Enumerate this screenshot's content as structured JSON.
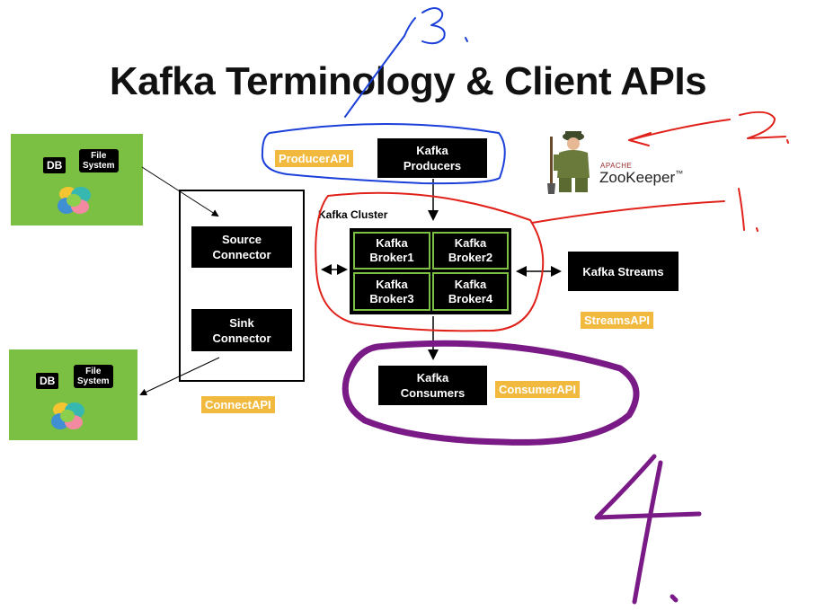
{
  "title": "Kafka Terminology & Client APIs",
  "source_db": {
    "db_label": "DB",
    "fs_label_line1": "File",
    "fs_label_line2": "System"
  },
  "sink_db": {
    "db_label": "DB",
    "fs_label_line1": "File",
    "fs_label_line2": "System"
  },
  "connector": {
    "source_line1": "Source",
    "source_line2": "Connector",
    "sink_line1": "Sink",
    "sink_line2": "Connector",
    "api_label": "ConnectAPI"
  },
  "producers": {
    "line1": "Kafka",
    "line2": "Producers",
    "api_label": "ProducerAPI"
  },
  "cluster": {
    "label": "Kafka Cluster",
    "brokers": [
      {
        "line1": "Kafka",
        "line2": "Broker1"
      },
      {
        "line1": "Kafka",
        "line2": "Broker2"
      },
      {
        "line1": "Kafka",
        "line2": "Broker3"
      },
      {
        "line1": "Kafka",
        "line2": "Broker4"
      }
    ]
  },
  "streams": {
    "label": "Kafka Streams",
    "api_label": "StreamsAPI"
  },
  "consumers": {
    "line1": "Kafka",
    "line2": "Consumers",
    "api_label": "ConsumerAPI"
  },
  "zookeeper": {
    "vendor": "APACHE",
    "name": "ZooKeeper",
    "tm": "™"
  },
  "colors": {
    "api_orange": "#f1b93e",
    "green": "#7bc043",
    "annotation_blue": "#1b3fd9",
    "annotation_red": "#e0221b",
    "annotation_purple": "#7a1a86"
  },
  "handwritten_annotations": [
    "3.",
    "2.",
    "1.",
    "4."
  ]
}
